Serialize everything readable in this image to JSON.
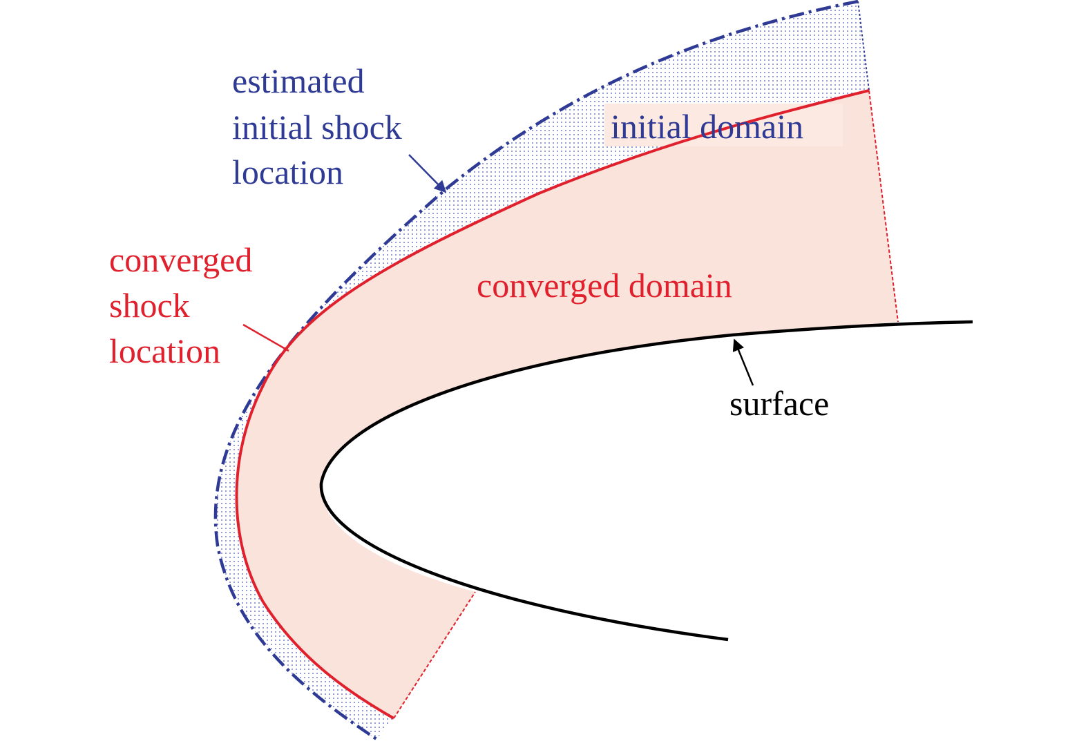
{
  "colors": {
    "blue": "#2e3a94",
    "red": "#e0202c",
    "black": "#000000",
    "converged_fill": "#fae3da",
    "dots": "#4a57b8"
  },
  "labels": {
    "estimated_shock": [
      "estimated",
      "initial shock",
      "location"
    ],
    "converged_shock": [
      "converged",
      "shock",
      "location"
    ],
    "initial_domain": "initial domain",
    "converged_domain": "converged domain",
    "surface": "surface"
  }
}
